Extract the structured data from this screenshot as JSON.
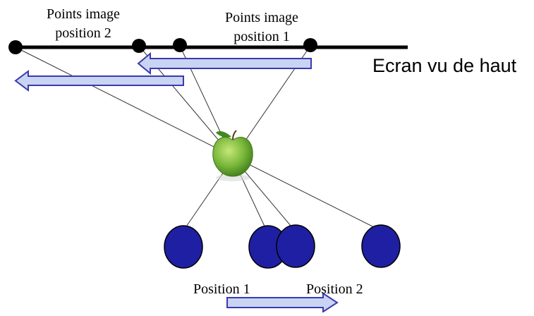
{
  "labels": {
    "points_image_position_2_line1": "Points image",
    "points_image_position_2_line2": "position 2",
    "points_image_position_1_line1": "Points image",
    "points_image_position_1_line2": "position 1",
    "screen_caption": "Ecran vu de haut",
    "position_1": "Position 1",
    "position_2": "Position 2"
  },
  "colors": {
    "screen_line": "#000000",
    "light_circle": "#1f1fa3",
    "light_circle_outline": "#000000",
    "arrow_fill": "#c9d4f2",
    "arrow_stroke": "#3a3ab0",
    "ray": "#333333",
    "apple_body": "#7ab83a",
    "apple_leaf": "#3f8a1e"
  },
  "icons": {
    "object": "apple-icon"
  }
}
